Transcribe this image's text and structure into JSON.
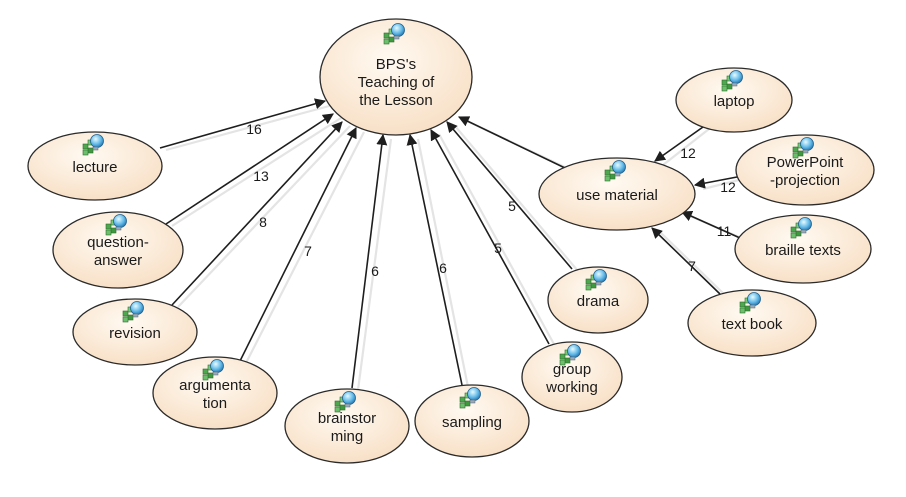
{
  "nodes": [
    {
      "id": "center",
      "lines": [
        "BPS's",
        "Teaching of",
        "the Lesson"
      ],
      "icon": "code-node-icon"
    },
    {
      "id": "lecture",
      "lines": [
        "lecture"
      ],
      "icon": "code-node-icon"
    },
    {
      "id": "question-answer",
      "lines": [
        "question-",
        "answer"
      ],
      "icon": "code-node-icon"
    },
    {
      "id": "revision",
      "lines": [
        "revision"
      ],
      "icon": "code-node-icon"
    },
    {
      "id": "argumentation",
      "lines": [
        "argumenta",
        "tion"
      ],
      "icon": "code-node-icon"
    },
    {
      "id": "brainstorming",
      "lines": [
        "brainstor",
        "ming"
      ],
      "icon": "code-node-icon"
    },
    {
      "id": "sampling",
      "lines": [
        "sampling"
      ],
      "icon": "code-node-icon"
    },
    {
      "id": "group-working",
      "lines": [
        "group",
        "working"
      ],
      "icon": "code-node-icon"
    },
    {
      "id": "drama",
      "lines": [
        "drama"
      ],
      "icon": "code-node-icon"
    },
    {
      "id": "use-material",
      "lines": [
        "use material"
      ],
      "icon": "code-node-icon"
    },
    {
      "id": "laptop",
      "lines": [
        "laptop"
      ],
      "icon": "code-node-icon"
    },
    {
      "id": "powerpoint",
      "lines": [
        "PowerPoint",
        "-projection"
      ],
      "icon": "code-node-icon"
    },
    {
      "id": "braille",
      "lines": [
        "braille texts"
      ],
      "icon": "code-node-icon"
    },
    {
      "id": "textbook",
      "lines": [
        "text book"
      ],
      "icon": "code-node-icon"
    }
  ],
  "edges": [
    {
      "from": "lecture",
      "to": "center",
      "label": "16"
    },
    {
      "from": "question-answer",
      "to": "center",
      "label": "13"
    },
    {
      "from": "revision",
      "to": "center",
      "label": "8"
    },
    {
      "from": "argumentation",
      "to": "center",
      "label": "7"
    },
    {
      "from": "brainstorming",
      "to": "center",
      "label": "6"
    },
    {
      "from": "sampling",
      "to": "center",
      "label": "6"
    },
    {
      "from": "group-working",
      "to": "center",
      "label": "5"
    },
    {
      "from": "drama",
      "to": "center",
      "label": "5"
    },
    {
      "from": "use-material",
      "to": "center",
      "label": ""
    },
    {
      "from": "laptop",
      "to": "use-material",
      "label": "12"
    },
    {
      "from": "powerpoint",
      "to": "use-material",
      "label": "12"
    },
    {
      "from": "braille",
      "to": "use-material",
      "label": "11"
    },
    {
      "from": "textbook",
      "to": "use-material",
      "label": "7"
    }
  ],
  "colors": {
    "node_fill_light": "#fffaf2",
    "node_fill_dark": "#f7dcc0",
    "edge": "#1e1e1e"
  }
}
